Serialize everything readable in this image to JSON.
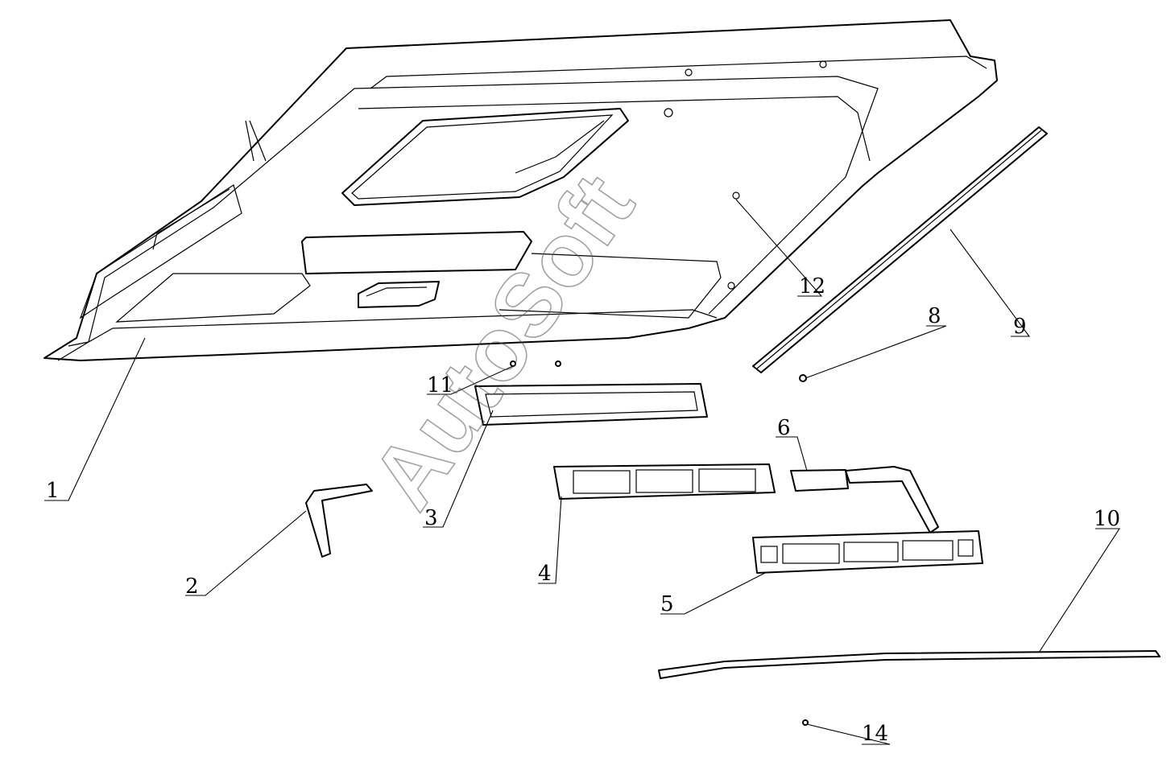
{
  "watermark": "AutoSoft",
  "callouts": [
    "1",
    "2",
    "3",
    "4",
    "5",
    "6",
    "8",
    "9",
    "10",
    "11",
    "12",
    "14"
  ]
}
